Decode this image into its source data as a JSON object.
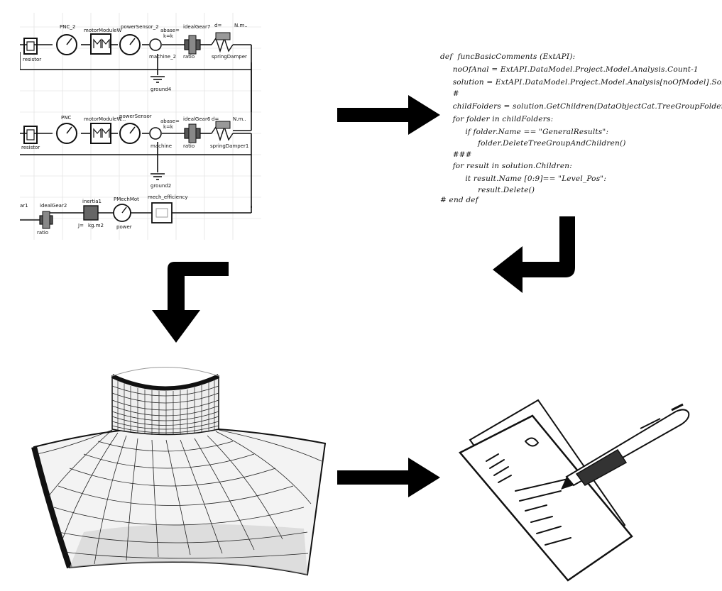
{
  "schematic": {
    "labels": {
      "pnc2": "PNC_2",
      "motor_module_top": "motorModuleW",
      "power_sensor_2": "powerSensor_2",
      "abase_top": "abase=",
      "keks_top": "k=k",
      "ideal_gear7": "idealGear7",
      "d_top": "d=",
      "nm_top": "N.m..",
      "ratio_top": "ratio",
      "spring_damper_top": "springDamper",
      "machine2": "machine_2",
      "ground4": "ground4",
      "resistor_top": "resistor",
      "pnc": "PNC",
      "motor_module_mid": "motorModuleW...",
      "power_sensor": "powerSensor",
      "abase_mid": "abase=",
      "keks_mid": "k=k",
      "ideal_gear6": "idealGear6",
      "d_mid": "d=",
      "nm_mid": "N.m..",
      "ratio_mid": "ratio",
      "machine": "machine",
      "spring_damper1": "springDamper1",
      "ground2": "ground2",
      "resistor_mid": "resistor",
      "inertia1": "inertia1",
      "j_value": "J=",
      "kgm2": "kg.m2",
      "pmechmot": "PMechMot",
      "power": "power",
      "mech_efficiency": "mech_efficiency",
      "ideal_gear2": "idealGear2",
      "ratio_bottom": "ratio",
      "gear1": "ar1"
    }
  },
  "code": {
    "lines": [
      "def  funcBasicComments (ExtAPI):",
      "     noOfAnal = ExtAPI.DataModel.Project.Model.Analysis.Count-1",
      "     solution = ExtAPI.DataModel.Project.Model.Analysis[noOfModel].Solution",
      "     #",
      "     childFolders = solution.GetChildren(DataObjectCat.TreeGroupFolder, True)",
      "     for folder in childFolders:",
      "          if folder.Name == \"GeneralResults\":",
      "               folder.DeleteTreeGroupAndChildren()",
      "     ###",
      "     for result in solution.Children:",
      "          it result.Name [0:9]== \"Level_Pos\":",
      "               result.Delete()",
      "# end def"
    ]
  },
  "colors": {
    "ink": "#111111",
    "arrow": "#000000",
    "grid": "#d8d8d8"
  },
  "icons": {
    "schematic": "simulation-schematic",
    "code": "script-code",
    "mesh": "fea-mesh-surface",
    "report": "report-with-pen"
  }
}
